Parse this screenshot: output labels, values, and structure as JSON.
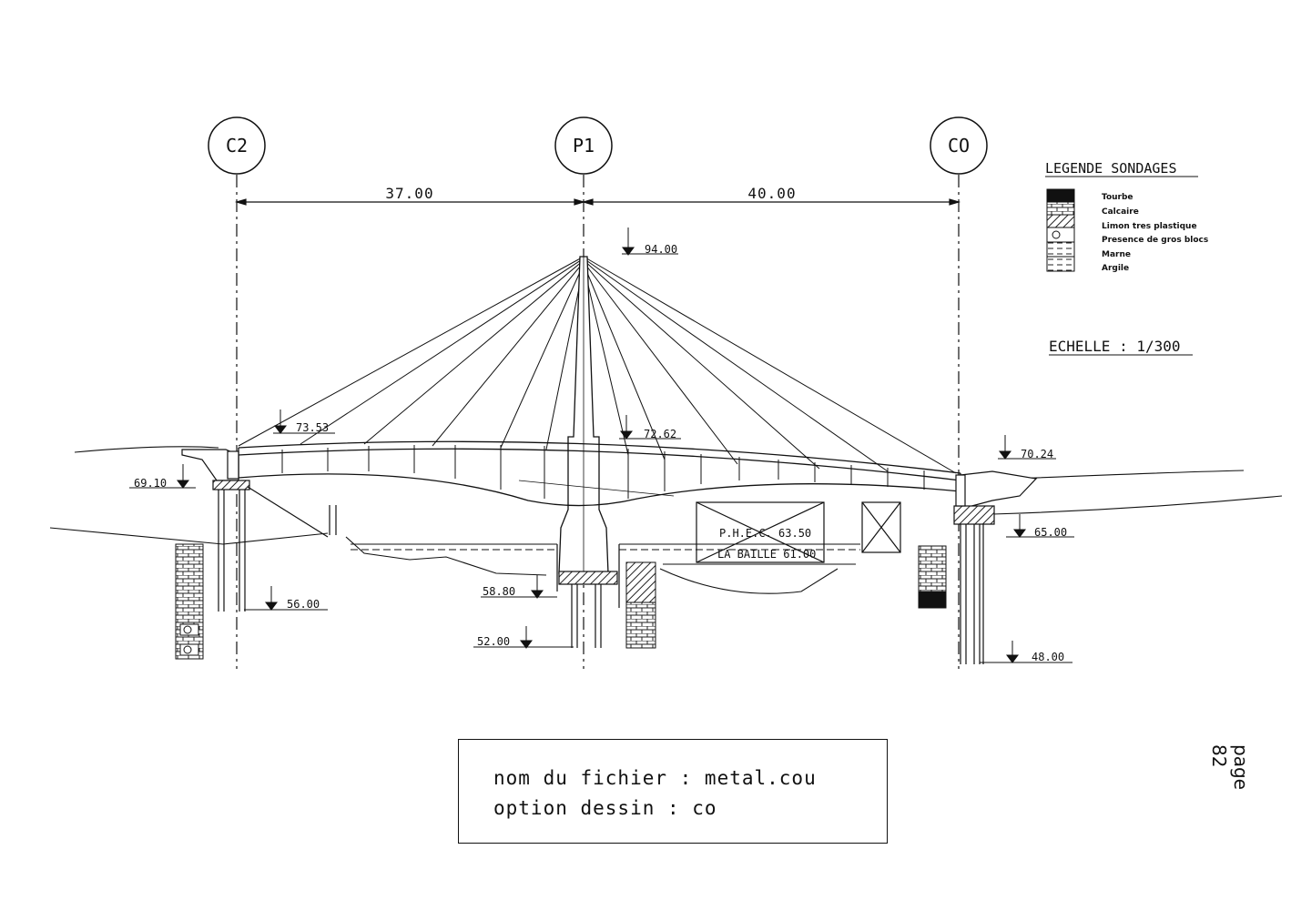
{
  "axes": [
    {
      "id": "C2",
      "label": "C2"
    },
    {
      "id": "P1",
      "label": "P1"
    },
    {
      "id": "C0",
      "label": "CO"
    }
  ],
  "spans": {
    "left": "37.00",
    "right": "40.00"
  },
  "elevations": {
    "pylon_top": "94.00",
    "deck_left": "73.53",
    "deck_center": "72.62",
    "deck_right": "70.24",
    "abutment_left": "69.10",
    "abutment_right": "65.00",
    "pile_left_bottom": "56.00",
    "pier_footing": "58.80",
    "pier_pile_bottom": "52.00",
    "pile_right_bottom": "48.00"
  },
  "water": {
    "phec": "P.H.E.C. 63.50",
    "baille": "LA BAILLE 61.00"
  },
  "legend": {
    "title": "LEGENDE SONDAGES",
    "items": [
      {
        "label": "Tourbe",
        "pattern": "dark"
      },
      {
        "label": "Calcaire",
        "pattern": "brick"
      },
      {
        "label": "Limon tres plastique",
        "pattern": "hatch"
      },
      {
        "label": "Presence de gros blocs",
        "pattern": "blocks"
      },
      {
        "label": "Marne",
        "pattern": "dash"
      },
      {
        "label": "Argile",
        "pattern": "dash2"
      }
    ]
  },
  "scale": "ECHELLE : 1/300",
  "file_box": {
    "line1": "nom du fichier : metal.cou",
    "line2": "option dessin : co"
  },
  "page": "page 82"
}
